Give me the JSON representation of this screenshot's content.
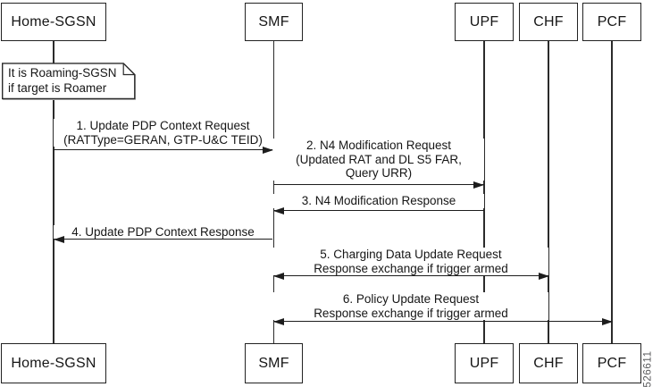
{
  "diagram_type": "sequence-diagram",
  "figure_number": "526611",
  "colors": {
    "background": "#ffffff",
    "line": "#1d1d1d",
    "text": "#161616",
    "figure_number": "#58595b"
  },
  "actors": [
    {
      "id": "home-sgsn",
      "label": "Home-SGSN"
    },
    {
      "id": "smf",
      "label": "SMF"
    },
    {
      "id": "upf",
      "label": "UPF"
    },
    {
      "id": "chf",
      "label": "CHF"
    },
    {
      "id": "pcf",
      "label": "PCF"
    }
  ],
  "note": {
    "attached_to": "Home-SGSN",
    "lines": [
      "It is Roaming-SGSN",
      "if target is Roamer"
    ]
  },
  "messages": [
    {
      "from": "Home-SGSN",
      "to": "SMF",
      "arrow": "right",
      "lines": [
        "1. Update PDP Context Request",
        "(RATType=GERAN, GTP-U&C TEID)"
      ]
    },
    {
      "from": "SMF",
      "to": "UPF",
      "arrow": "right",
      "lines": [
        "2. N4 Modification Request",
        "(Updated RAT and DL S5 FAR,",
        "Query URR)"
      ]
    },
    {
      "from": "UPF",
      "to": "SMF",
      "arrow": "left",
      "lines": [
        "3. N4 Modification Response"
      ]
    },
    {
      "from": "SMF",
      "to": "Home-SGSN",
      "arrow": "left",
      "lines": [
        "4. Update PDP Context Response"
      ]
    },
    {
      "from": "SMF",
      "to": "CHF",
      "arrow": "both",
      "lines": [
        "5. Charging Data Update Request",
        "Response exchange if trigger armed"
      ]
    },
    {
      "from": "SMF",
      "to": "PCF",
      "arrow": "both",
      "lines": [
        "6. Policy Update Request",
        "Response exchange if trigger armed"
      ]
    }
  ]
}
